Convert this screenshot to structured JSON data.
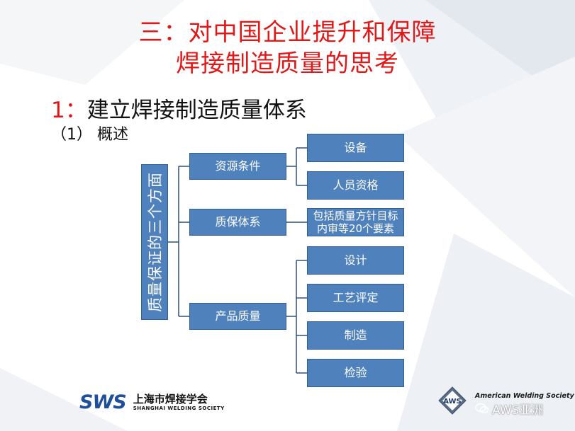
{
  "slide": {
    "title_line1": "三：对中国企业提升和保障",
    "title_line2": "焊接制造质量的思考",
    "heading_number": "1：",
    "heading_text": "建立焊接制造质量体系",
    "subheading": "（1） 概述"
  },
  "diagram": {
    "root": "质量保证的三个方面",
    "branches": [
      {
        "label": "资源条件",
        "children": [
          "设备",
          "人员资格"
        ]
      },
      {
        "label": "质保体系",
        "children": [
          "包括质量方针目标内审等20个要素"
        ]
      },
      {
        "label": "产品质量",
        "children": [
          "设计",
          "工艺评定",
          "制造",
          "检验"
        ]
      }
    ]
  },
  "footer": {
    "sws_logo": "SWS",
    "sws_name_cn": "上海市焊接学会",
    "sws_name_en": "SHANGHAI WELDING SOCIETY",
    "aws_logo": "AWS",
    "aws_name": "American Welding Society",
    "wechat_account": "AWS亚洲"
  },
  "colors": {
    "title_red": "#e01818",
    "box_blue": "#4f81bd",
    "box_border": "#2f5f95",
    "connector": "#2f4f7f"
  }
}
